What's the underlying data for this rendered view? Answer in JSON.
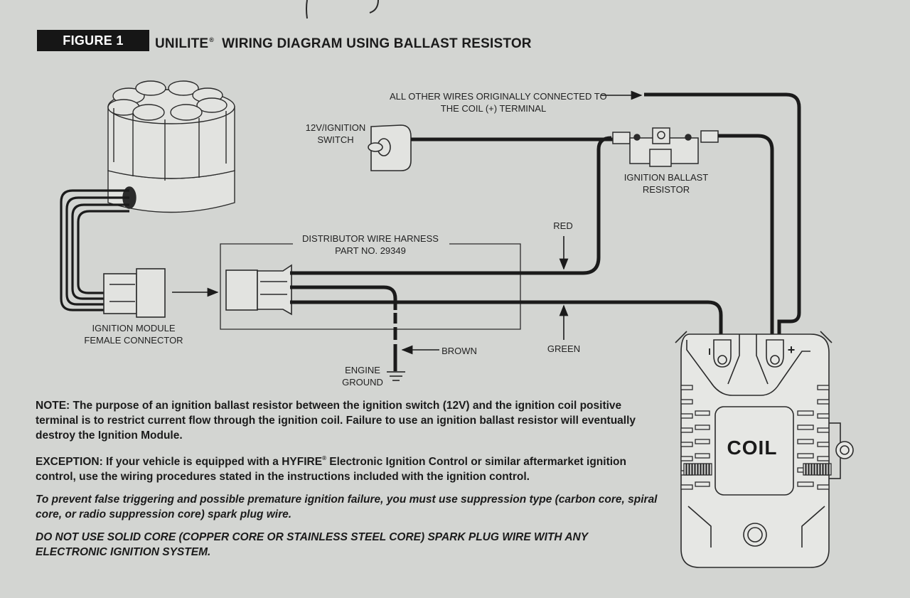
{
  "figure": {
    "badge": "FIGURE 1",
    "title_brand": "UNILITE",
    "title_mark": "®",
    "title_rest": "WIRING DIAGRAM USING BALLAST RESISTOR"
  },
  "labels": {
    "other_wires_1": "ALL OTHER WIRES ORIGINALLY CONNECTED TO",
    "other_wires_2": "THE COIL (+) TERMINAL",
    "switch_1": "12V/IGNITION",
    "switch_2": "SWITCH",
    "ballast_1": "IGNITION BALLAST",
    "ballast_2": "RESISTOR",
    "red": "RED",
    "harness_1": "DISTRIBUTOR WIRE HARNESS",
    "harness_2": "PART NO. 29349",
    "module_1": "IGNITION MODULE",
    "module_2": "FEMALE CONNECTOR",
    "brown": "BROWN",
    "green": "GREEN",
    "ground_1": "ENGINE",
    "ground_2": "GROUND",
    "coil": "COIL",
    "coil_neg": "I",
    "coil_pos": "+"
  },
  "notes": {
    "note_lead": "NOTE:",
    "note_text": "The purpose of an ignition ballast resistor between the ignition switch (12V) and the ignition coil positive terminal is to restrict current flow through the ignition coil. Failure to use an ignition ballast resistor will eventually destroy the Ignition Module.",
    "exception_lead": "EXCEPTION:",
    "exception_text_a": "If your vehicle is equipped with a HYFIRE",
    "exception_mark": "®",
    "exception_text_b": " Electronic Ignition Control or similar aftermarket ignition control, use the wiring procedures stated in the instructions included with the ignition control.",
    "suppression": "To prevent false triggering and possible premature ignition failure, you must use suppression type (carbon core, spiral core, or radio suppression core) spark plug wire.",
    "warning": "DO NOT USE SOLID CORE (COPPER CORE OR STAINLESS STEEL CORE) SPARK PLUG WIRE WITH ANY ELECTRONIC IGNITION SYSTEM."
  },
  "colors": {
    "ink": "#1b1b1b",
    "paper": "#d3d5d2",
    "badge_bg": "#161616"
  }
}
